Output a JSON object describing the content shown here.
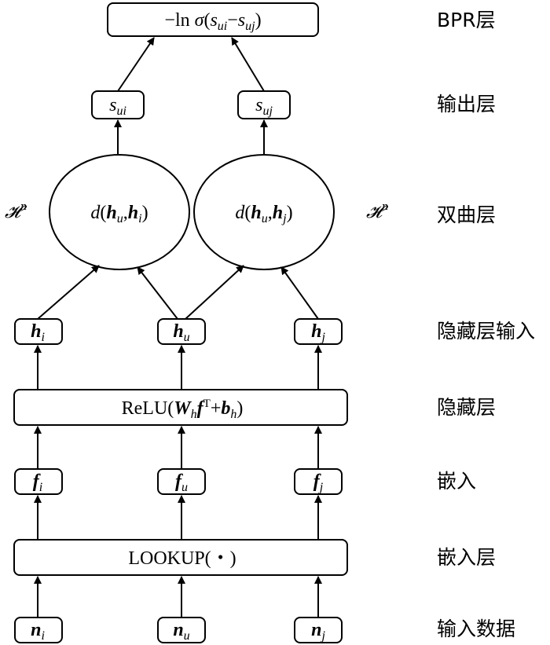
{
  "layers": [
    {
      "id": "bpr",
      "label": "BPR层"
    },
    {
      "id": "output",
      "label": "输出层"
    },
    {
      "id": "hyperbolic",
      "label": "双曲层"
    },
    {
      "id": "hidden_input",
      "label": "隐藏层输入"
    },
    {
      "id": "hidden",
      "label": "隐藏层"
    },
    {
      "id": "embedding",
      "label": "嵌入"
    },
    {
      "id": "embedding_layer",
      "label": "嵌入层"
    },
    {
      "id": "input",
      "label": "输入数据"
    }
  ],
  "bpr_box": {
    "prefix": "−ln ",
    "sigma": "σ",
    "open": "(",
    "s": "s",
    "sub_ui": "ui",
    "minus": "−",
    "sub_uj": "uj",
    "close": ")"
  },
  "output_nodes": [
    {
      "name": "s",
      "sub": "ui"
    },
    {
      "name": "s",
      "sub": "uj"
    }
  ],
  "distance_nodes": [
    {
      "d": "d",
      "open": "(",
      "h1": "h",
      "h1_sub": "u",
      "comma": ",",
      "h2": "h",
      "h2_sub": "i",
      "close": ")"
    },
    {
      "d": "d",
      "open": "(",
      "h1": "h",
      "h1_sub": "u",
      "comma": ",",
      "h2": "h",
      "h2_sub": "j",
      "close": ")"
    }
  ],
  "space_symbol": {
    "base": "𝓗",
    "sup": "n"
  },
  "hidden_input_nodes": [
    {
      "name": "h",
      "sub": "i"
    },
    {
      "name": "h",
      "sub": "u"
    },
    {
      "name": "h",
      "sub": "j"
    }
  ],
  "hidden_box": {
    "fn": "ReLU(",
    "w": "W",
    "w_sub": "h",
    "f": "f",
    "f_sup": "T",
    "plus": "+",
    "b": "b",
    "b_sub": "h",
    "close": ")"
  },
  "embedding_nodes": [
    {
      "name": "f",
      "sub": "i"
    },
    {
      "name": "f",
      "sub": "u"
    },
    {
      "name": "f",
      "sub": "j"
    }
  ],
  "lookup_box": {
    "label": "LOOKUP(・)"
  },
  "input_nodes": [
    {
      "name": "n",
      "sub": "i"
    },
    {
      "name": "n",
      "sub": "u"
    },
    {
      "name": "n",
      "sub": "j"
    }
  ]
}
